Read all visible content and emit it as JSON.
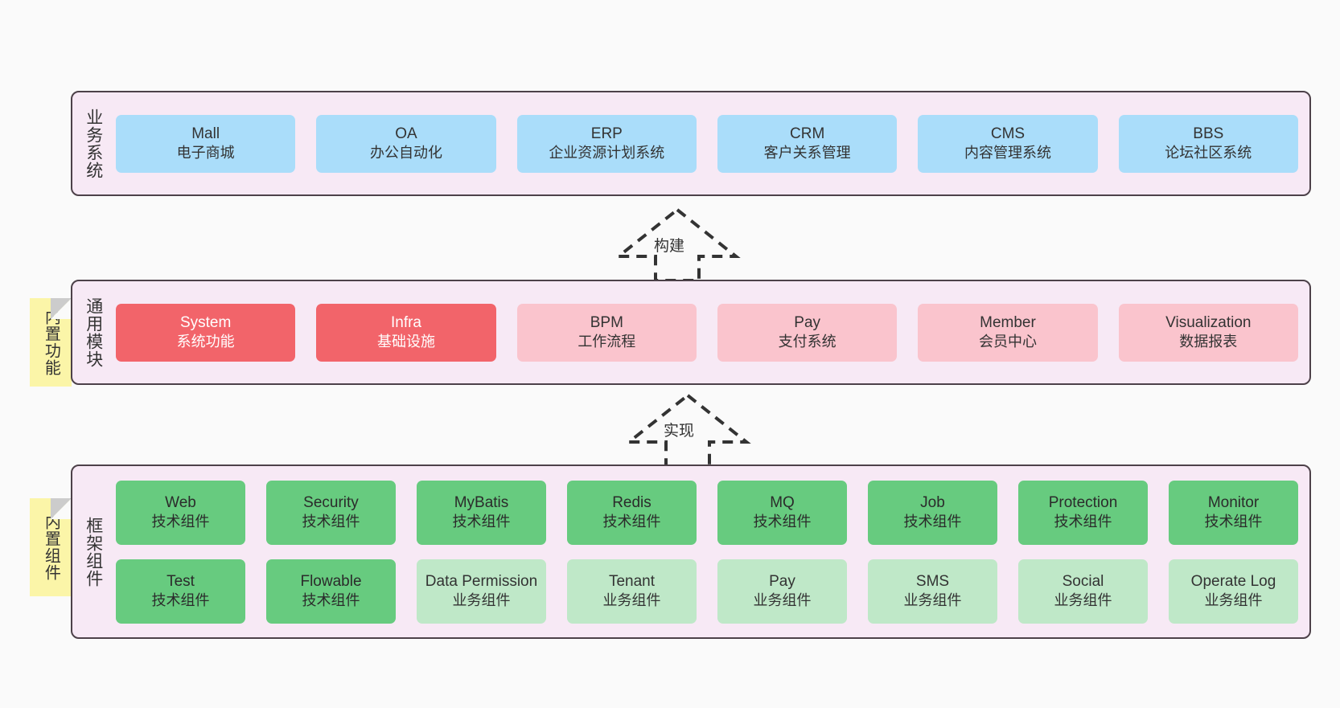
{
  "diagram": {
    "background_color": "#fafafa",
    "container_fill": "#f7e9f5",
    "container_border": "#4d4149",
    "note_fill": "#fbf5a8",
    "colors": {
      "blue": "#aaddfa",
      "red": "#f2646a",
      "pink": "#fac4cd",
      "green": "#67cb7f",
      "light_green": "#bfe8c8"
    }
  },
  "layers": {
    "business": {
      "label": "业务系统",
      "rows": [
        [
          {
            "title": "Mall",
            "subtitle": "电子商城",
            "color": "blue"
          },
          {
            "title": "OA",
            "subtitle": "办公自动化",
            "color": "blue"
          },
          {
            "title": "ERP",
            "subtitle": "企业资源计划系统",
            "color": "blue"
          },
          {
            "title": "CRM",
            "subtitle": "客户关系管理",
            "color": "blue"
          },
          {
            "title": "CMS",
            "subtitle": "内容管理系统",
            "color": "blue"
          },
          {
            "title": "BBS",
            "subtitle": "论坛社区系统",
            "color": "blue"
          }
        ]
      ]
    },
    "common": {
      "label": "通用模块",
      "note": "内置功能",
      "rows": [
        [
          {
            "title": "System",
            "subtitle": "系统功能",
            "color": "red"
          },
          {
            "title": "Infra",
            "subtitle": "基础设施",
            "color": "red"
          },
          {
            "title": "BPM",
            "subtitle": "工作流程",
            "color": "pink"
          },
          {
            "title": "Pay",
            "subtitle": "支付系统",
            "color": "pink"
          },
          {
            "title": "Member",
            "subtitle": "会员中心",
            "color": "pink"
          },
          {
            "title": "Visualization",
            "subtitle": "数据报表",
            "color": "pink"
          }
        ]
      ]
    },
    "framework": {
      "label": "框架组件",
      "note": "内置组件",
      "rows": [
        [
          {
            "title": "Web",
            "subtitle": "技术组件",
            "color": "green"
          },
          {
            "title": "Security",
            "subtitle": "技术组件",
            "color": "green"
          },
          {
            "title": "MyBatis",
            "subtitle": "技术组件",
            "color": "green"
          },
          {
            "title": "Redis",
            "subtitle": "技术组件",
            "color": "green"
          },
          {
            "title": "MQ",
            "subtitle": "技术组件",
            "color": "green"
          },
          {
            "title": "Job",
            "subtitle": "技术组件",
            "color": "green"
          },
          {
            "title": "Protection",
            "subtitle": "技术组件",
            "color": "green"
          },
          {
            "title": "Monitor",
            "subtitle": "技术组件",
            "color": "green"
          }
        ],
        [
          {
            "title": "Test",
            "subtitle": "技术组件",
            "color": "green"
          },
          {
            "title": "Flowable",
            "subtitle": "技术组件",
            "color": "green"
          },
          {
            "title": "Data Permission",
            "subtitle": "业务组件",
            "color": "lightgreen"
          },
          {
            "title": "Tenant",
            "subtitle": "业务组件",
            "color": "lightgreen"
          },
          {
            "title": "Pay",
            "subtitle": "业务组件",
            "color": "lightgreen"
          },
          {
            "title": "SMS",
            "subtitle": "业务组件",
            "color": "lightgreen"
          },
          {
            "title": "Social",
            "subtitle": "业务组件",
            "color": "lightgreen"
          },
          {
            "title": "Operate Log",
            "subtitle": "业务组件",
            "color": "lightgreen"
          }
        ]
      ]
    }
  },
  "connectors": [
    {
      "label": "构建",
      "direction": "up",
      "style": "dashed-hollow"
    },
    {
      "label": "实现",
      "direction": "up",
      "style": "dashed-hollow"
    }
  ]
}
